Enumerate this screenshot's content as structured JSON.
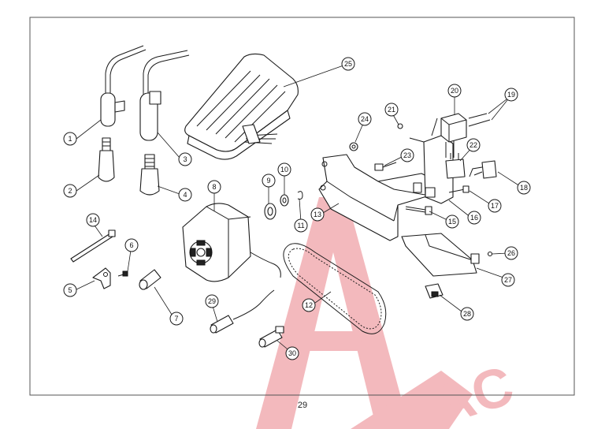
{
  "page_number": "29",
  "callouts": [
    {
      "label": "1"
    },
    {
      "label": "2"
    },
    {
      "label": "3"
    },
    {
      "label": "4"
    },
    {
      "label": "5"
    },
    {
      "label": "6"
    },
    {
      "label": "7"
    },
    {
      "label": "8"
    },
    {
      "label": "9"
    },
    {
      "label": "10"
    },
    {
      "label": "11"
    },
    {
      "label": "12"
    },
    {
      "label": "13"
    },
    {
      "label": "14"
    },
    {
      "label": "15"
    },
    {
      "label": "16"
    },
    {
      "label": "17"
    },
    {
      "label": "18"
    },
    {
      "label": "19"
    },
    {
      "label": "20"
    },
    {
      "label": "21"
    },
    {
      "label": "22"
    },
    {
      "label": "23"
    },
    {
      "label": "24"
    },
    {
      "label": "25"
    },
    {
      "label": "26"
    },
    {
      "label": "27"
    },
    {
      "label": "28"
    },
    {
      "label": "29"
    },
    {
      "label": "30"
    }
  ],
  "colors": {
    "watermark": "#f3b9bd",
    "frame": "#555555"
  }
}
